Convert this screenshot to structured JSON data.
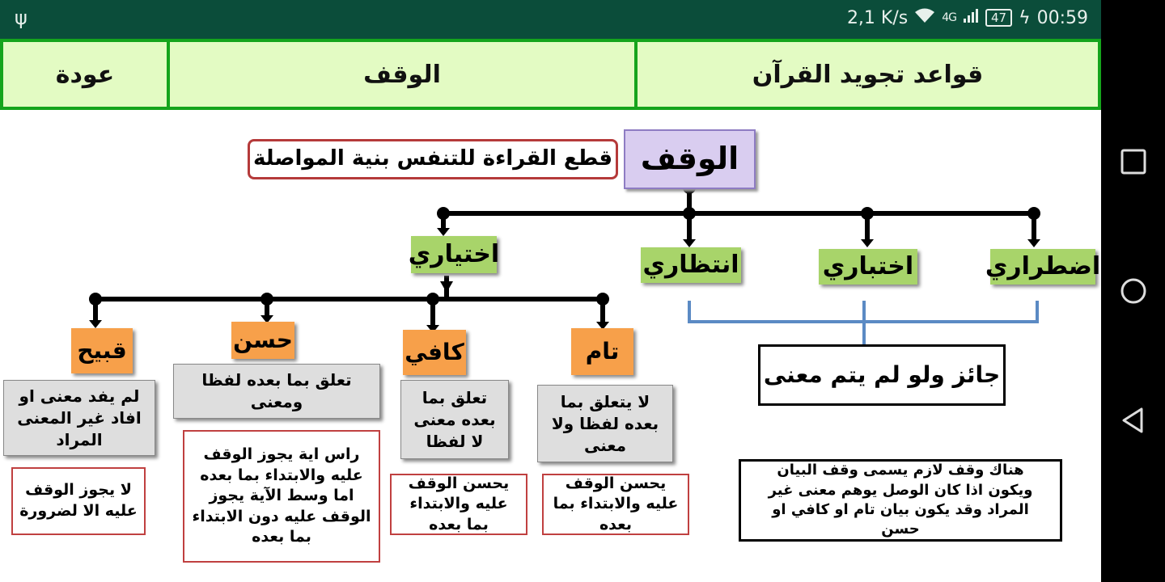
{
  "status": {
    "speed": "2,1 K/s",
    "network": "4G",
    "battery": "47",
    "time": "00:59"
  },
  "tabs": {
    "title": "قواعد تجويد القرآن",
    "current": "الوقف",
    "back": "عودة"
  },
  "diagram": {
    "root": "الوقف",
    "definition": "قطع القراءة للتنفس بنية المواصلة",
    "types": {
      "idtirari": "اضطراري",
      "ikhtibari": "اختباري",
      "intizari": "انتظاري",
      "ikhtiyari": "اختياري"
    },
    "allowed": "جائز ولو لم يتم معنى",
    "subtypes": {
      "tam": {
        "name": "تام",
        "desc": "لا يتعلق بما بعده لفظا ولا معنى",
        "rule": "يحسن الوقف عليه والابتداء بما بعده"
      },
      "kafi": {
        "name": "كافي",
        "desc": "تعلق بما بعده معنى لا لفظا",
        "rule": "يحسن الوقف عليه والابتداء بما بعده"
      },
      "hasan": {
        "name": "حسن",
        "desc": "تعلق بما بعده لفظا ومعنى",
        "rule": "راس اية يجوز الوقف عليه والابتداء بما بعده اما وسط الآية يجوز الوقف عليه دون الابتداء بما بعده"
      },
      "qabih": {
        "name": "قبيح",
        "desc": "لم يفد معنى او افاد غير المعنى المراد",
        "rule": "لا يجوز الوقف عليه الا لضرورة"
      }
    },
    "note": "هناك وقف لازم يسمى وقف البيان ويكون اذا كان الوصل يوهم معنى غير المراد وقد يكون بيان تام او كافي او حسن"
  }
}
